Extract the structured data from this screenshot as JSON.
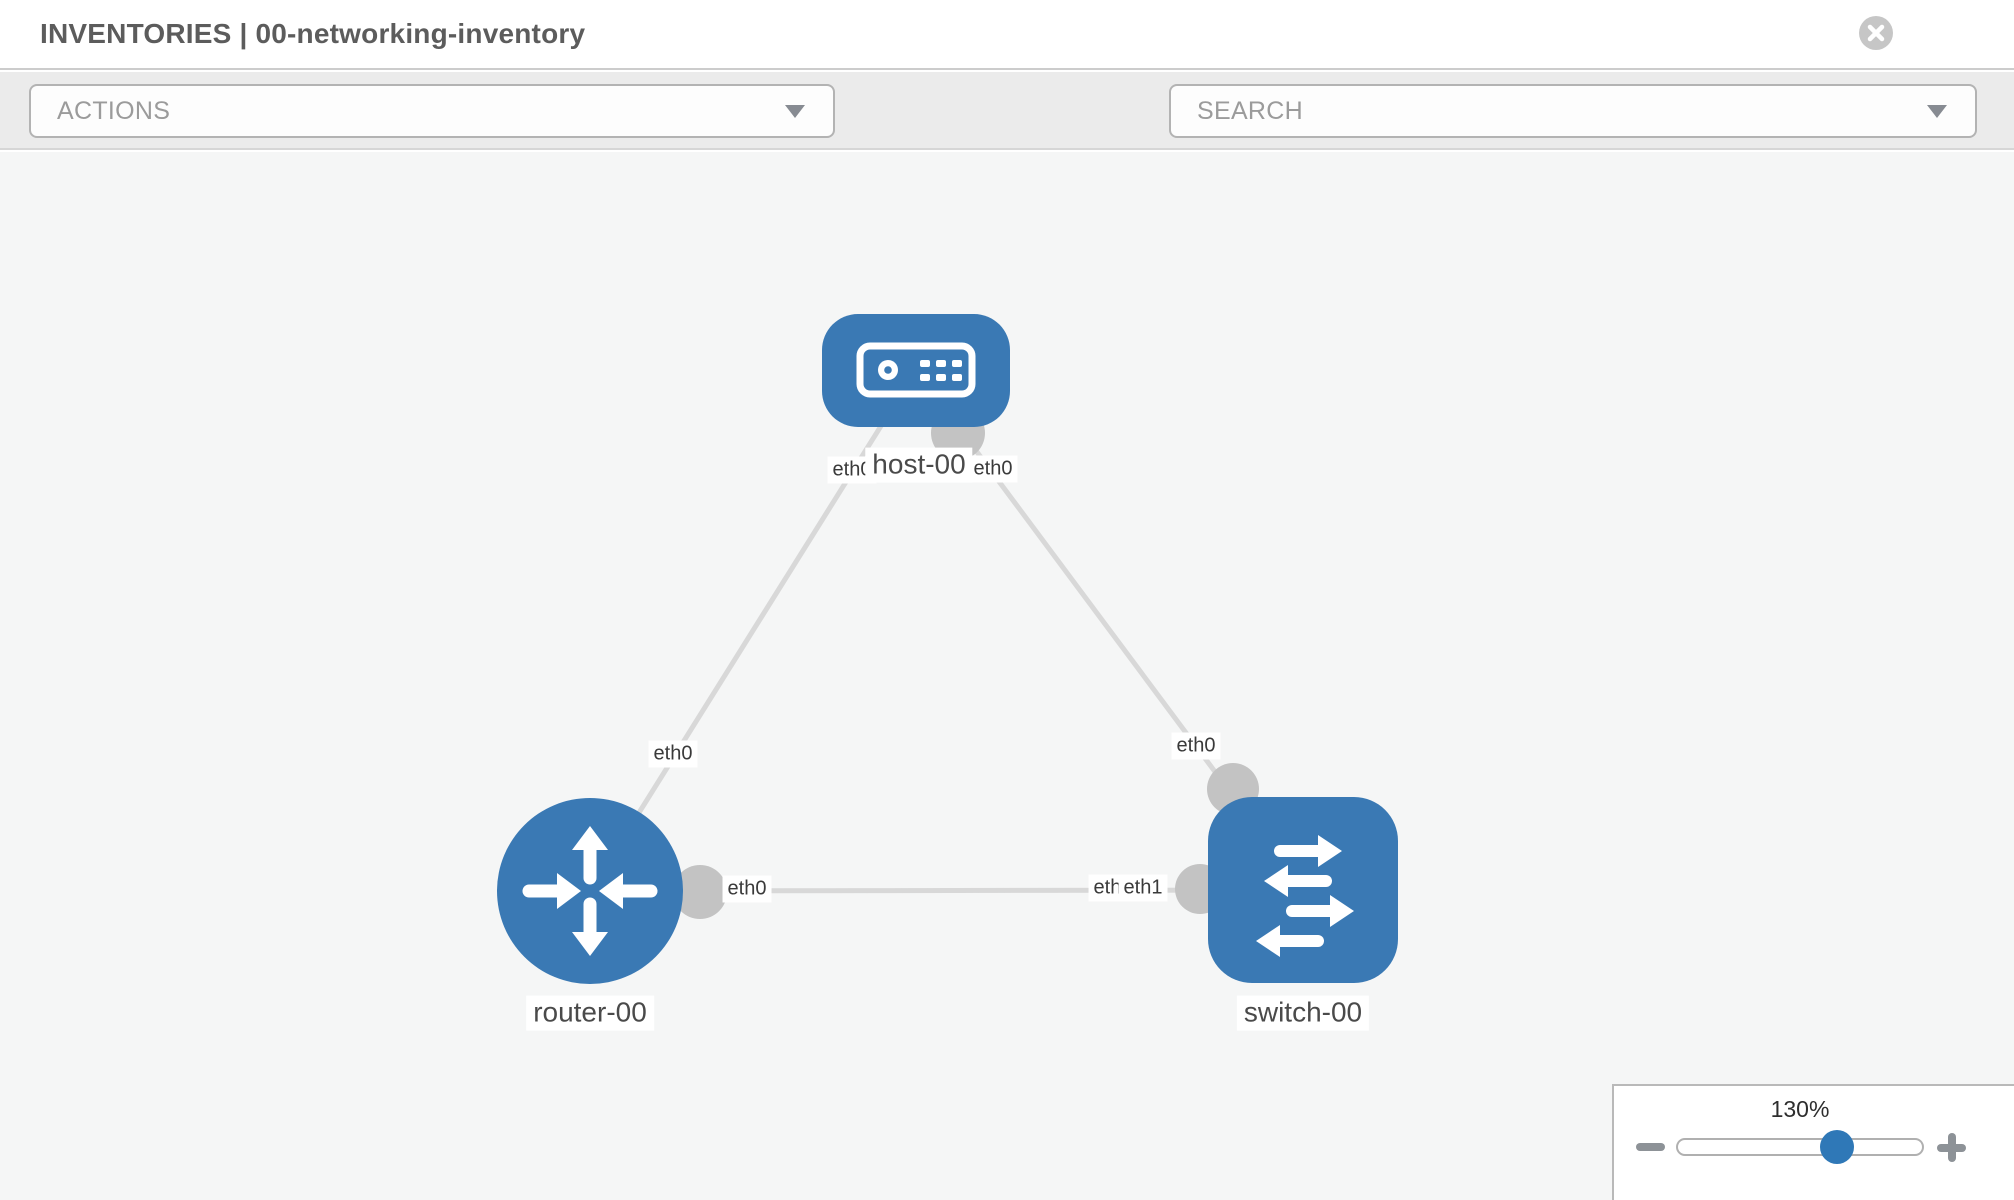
{
  "header": {
    "title": "INVENTORIES | 00-networking-inventory"
  },
  "toolbar": {
    "actions_label": "ACTIONS",
    "search_placeholder": "SEARCH"
  },
  "icons": {
    "header_close": "close-icon",
    "toolbar": [
      "wrench-icon",
      "key-icon"
    ],
    "dropdown_caret": "chevron-down-icon",
    "zoom": [
      "minus-icon",
      "plus-icon"
    ]
  },
  "diagram": {
    "nodes": [
      {
        "label": "host-00",
        "type": "host"
      },
      {
        "label": "router-00",
        "type": "router"
      },
      {
        "label": "switch-00",
        "type": "switch"
      }
    ],
    "links": [
      {
        "from": "host-00",
        "to": "router-00",
        "from_label": "eth0",
        "to_label": "eth0"
      },
      {
        "from": "host-00",
        "to": "switch-00",
        "from_label": "eth0",
        "to_label": "eth0"
      },
      {
        "from": "router-00",
        "to": "switch-00",
        "from_label": "eth0",
        "to_label": "eth1",
        "to_label_overlapped": "eth0"
      }
    ]
  },
  "zoom_control": {
    "level": "130%"
  },
  "colors": {
    "node_blue": "#3a79b4",
    "slider_blue": "#2f78b7",
    "link_gray": "#d8d8d8",
    "connector_gray": "#c3c3c3",
    "canvas_bg": "#f5f6f6",
    "toolbar_bg": "#ebebeb"
  }
}
